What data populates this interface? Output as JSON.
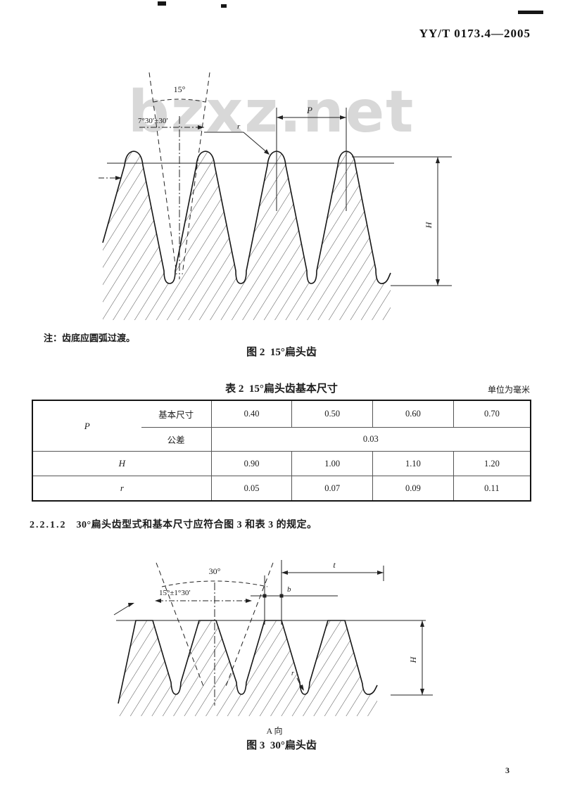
{
  "page": {
    "header": "YY/T 0173.4—2005",
    "page_number": "3",
    "watermark": "bzxz.net"
  },
  "figure2": {
    "note": "注：齿底应圆弧过渡。",
    "caption": "图 2  15°扁头齿",
    "labels": {
      "angle": "15°",
      "half_angle": "7°30′±30′",
      "pitch": "P",
      "radius": "r",
      "height": "H"
    }
  },
  "table2": {
    "title": "表 2  15°扁头齿基本尺寸",
    "unit_note": "单位为毫米",
    "row_p_label": "P",
    "basic_size_label": "基本尺寸",
    "tolerance_label": "公差",
    "p_values": [
      "0.40",
      "0.50",
      "0.60",
      "0.70"
    ],
    "tolerance_value": "0.03",
    "row_h_label": "H",
    "h_values": [
      "0.90",
      "1.00",
      "1.10",
      "1.20"
    ],
    "row_r_label": "r",
    "r_values": [
      "0.05",
      "0.07",
      "0.09",
      "0.11"
    ]
  },
  "clause": {
    "number": "2.2.1.2",
    "text": "30°扁头齿型式和基本尺寸应符合图 3 和表 3 的规定。"
  },
  "figure3": {
    "view_label": "A 向",
    "caption": "图 3  30°扁头齿",
    "labels": {
      "angle": "30°",
      "half_angle": "15°±1°30′",
      "pitch": "t",
      "flat_width": "b",
      "radius": "r",
      "height": "H"
    }
  }
}
